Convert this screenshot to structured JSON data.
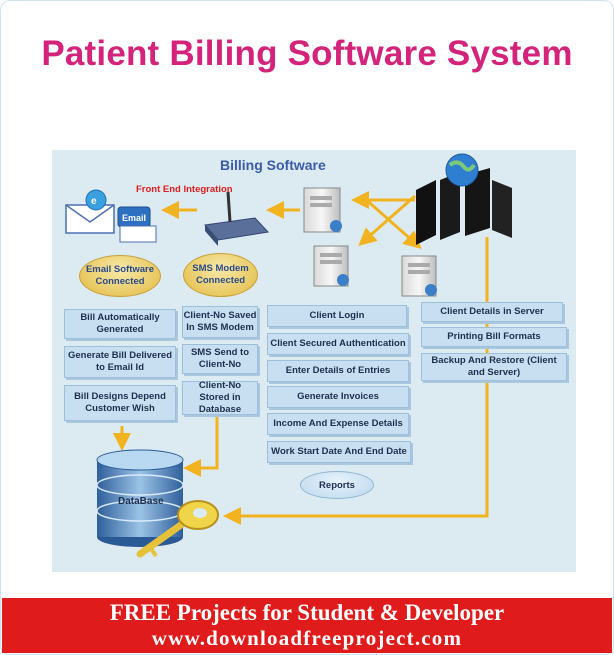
{
  "title": "Patient Billing Software System",
  "panel": {
    "title": "Billing Software",
    "front_end_label": "Front End Integration"
  },
  "ellipses": {
    "email_connected": "Email Software Connected",
    "sms_connected": "SMS Modem Connected",
    "reports": "Reports"
  },
  "email_column": [
    "Bill Automatically Generated",
    "Generate Bill Delivered to Email Id",
    "Bill Designs Depend Customer Wish"
  ],
  "sms_column": [
    "Client-No Saved In SMS Modem",
    "SMS Send to Client-No",
    "Client-No Stored in Database"
  ],
  "client_column": [
    "Client Login",
    "Client Secured Authentication",
    "Enter Details of Entries",
    "Generate Invoices",
    "Income And Expense Details",
    "Work Start Date And End Date"
  ],
  "server_column": [
    "Client Details in Server",
    "Printing Bill Formats",
    "Backup And Restore (Client and Server)"
  ],
  "database_label": "DataBase",
  "email_icon_label": "Email",
  "banner": {
    "line1": "FREE Projects for Student  & Developer",
    "line2": "www.downloadfreeproject.com"
  },
  "colors": {
    "title": "#d4237a",
    "panel": "#dceaf2",
    "box": "#c7dff0",
    "arrow": "#f2b320",
    "banner": "#e01b1b"
  },
  "icons": [
    "email-icon",
    "sms-modem-icon",
    "server-icon",
    "globe-server-icon",
    "database-icon",
    "key-icon"
  ]
}
